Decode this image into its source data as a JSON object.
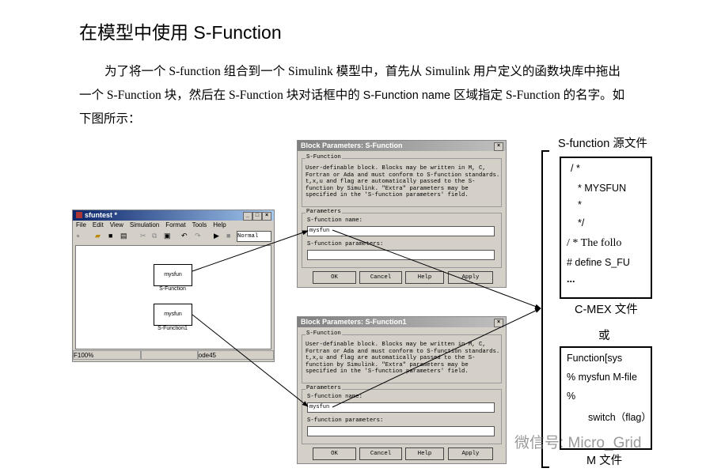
{
  "title": "在模型中使用 S-Function",
  "paragraph": {
    "line1": "为了将一个 S-function 组合到一个 Simulink 模型中，首先从 Simulink 用户定义的函数块库中拖出",
    "line2a": "一个 S-Function 块，然后在 S-Function 块对话框中的 ",
    "line2b": "S-Function name",
    "line2c": " 区域指定 S-Function 的名字。如",
    "line3": "下图所示："
  },
  "model_window": {
    "title": "sfuntest *",
    "menu": [
      "File",
      "Edit",
      "View",
      "Simulation",
      "Format",
      "Tools",
      "Help"
    ],
    "sim_mode": "Normal",
    "blocks": [
      {
        "name": "mysfun",
        "label": "S-Function"
      },
      {
        "name": "mysfun",
        "label": "S-Function1"
      }
    ],
    "status": {
      "zoom": "F100%",
      "solver": "ode45"
    }
  },
  "dialogs": [
    {
      "title": "Block Parameters: S-Function",
      "group1": "S-Function",
      "description": "User-definable block.  Blocks may be written in M, C, Fortran or Ada and must  conform to S-function standards. t,x,u and flag are automatically passed to the S-function by Simulink.  \"Extra\" parameters may be specified in the 'S-function parameters' field.",
      "group2": "Parameters",
      "name_label": "S-function name:",
      "name_value": "mysfun",
      "params_label": "S-function parameters:",
      "params_value": "",
      "buttons": [
        "OK",
        "Cancel",
        "Help",
        "Apply"
      ]
    },
    {
      "title": "Block Parameters: S-Function1",
      "group1": "S-Function",
      "description": "User-definable block.  Blocks may be written in M, C, Fortran or Ada and must  conform to S-function standards. t,x,u and flag are automatically passed to the S-function by Simulink.  \"Extra\" parameters may be specified in the 'S-function parameters' field.",
      "group2": "Parameters",
      "name_label": "S-function name:",
      "name_value": "mysfun",
      "params_label": "S-function parameters:",
      "params_value": "",
      "buttons": [
        "OK",
        "Cancel",
        "Help",
        "Apply"
      ]
    }
  ],
  "source": {
    "heading": "S-function 源文件",
    "cmex_lines": [
      "/ *",
      "* MYSFUN",
      "*",
      "*/",
      "/ * The follo",
      "# define S_FU",
      "..."
    ],
    "cmex_label": "C-MEX 文件",
    "or": "或",
    "m_lines": [
      "Function[sys",
      "% mysfun M-file",
      "%",
      "switch（flag）"
    ],
    "m_label": "M 文件"
  },
  "watermark": "微信号: Micro_Grid"
}
